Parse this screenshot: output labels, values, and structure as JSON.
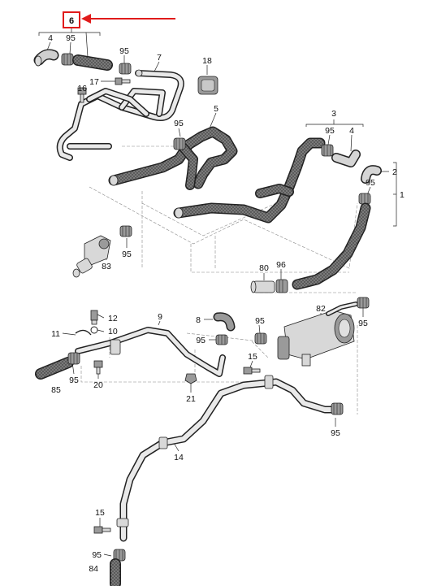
{
  "diagram": {
    "highlight": {
      "callout": "6",
      "box_color": "#e01b1b",
      "arrow_color": "#e01b1b"
    },
    "hose_color": "#6e6e6e",
    "labels": {
      "c6": "6",
      "c4a": "4",
      "c95a": "95",
      "c95b": "95",
      "c7": "7",
      "c18": "18",
      "c16": "16",
      "c17": "17",
      "c5": "5",
      "c95c": "95",
      "c3": "3",
      "c95d": "95",
      "c4b": "4",
      "c2": "2",
      "c1": "1",
      "c95e": "95",
      "c95f": "95",
      "c83": "83",
      "c80": "80",
      "c96": "96",
      "c82": "82",
      "c95g": "95",
      "c12": "12",
      "c10": "10",
      "c11": "11",
      "c9": "9",
      "c8": "8",
      "c95h": "95",
      "c95i": "95",
      "c15a": "15",
      "c95j": "95",
      "c85": "85",
      "c20": "20",
      "c21": "21",
      "c95k": "95",
      "c14": "14",
      "c15b": "15",
      "c95l": "95",
      "c84": "84"
    }
  }
}
